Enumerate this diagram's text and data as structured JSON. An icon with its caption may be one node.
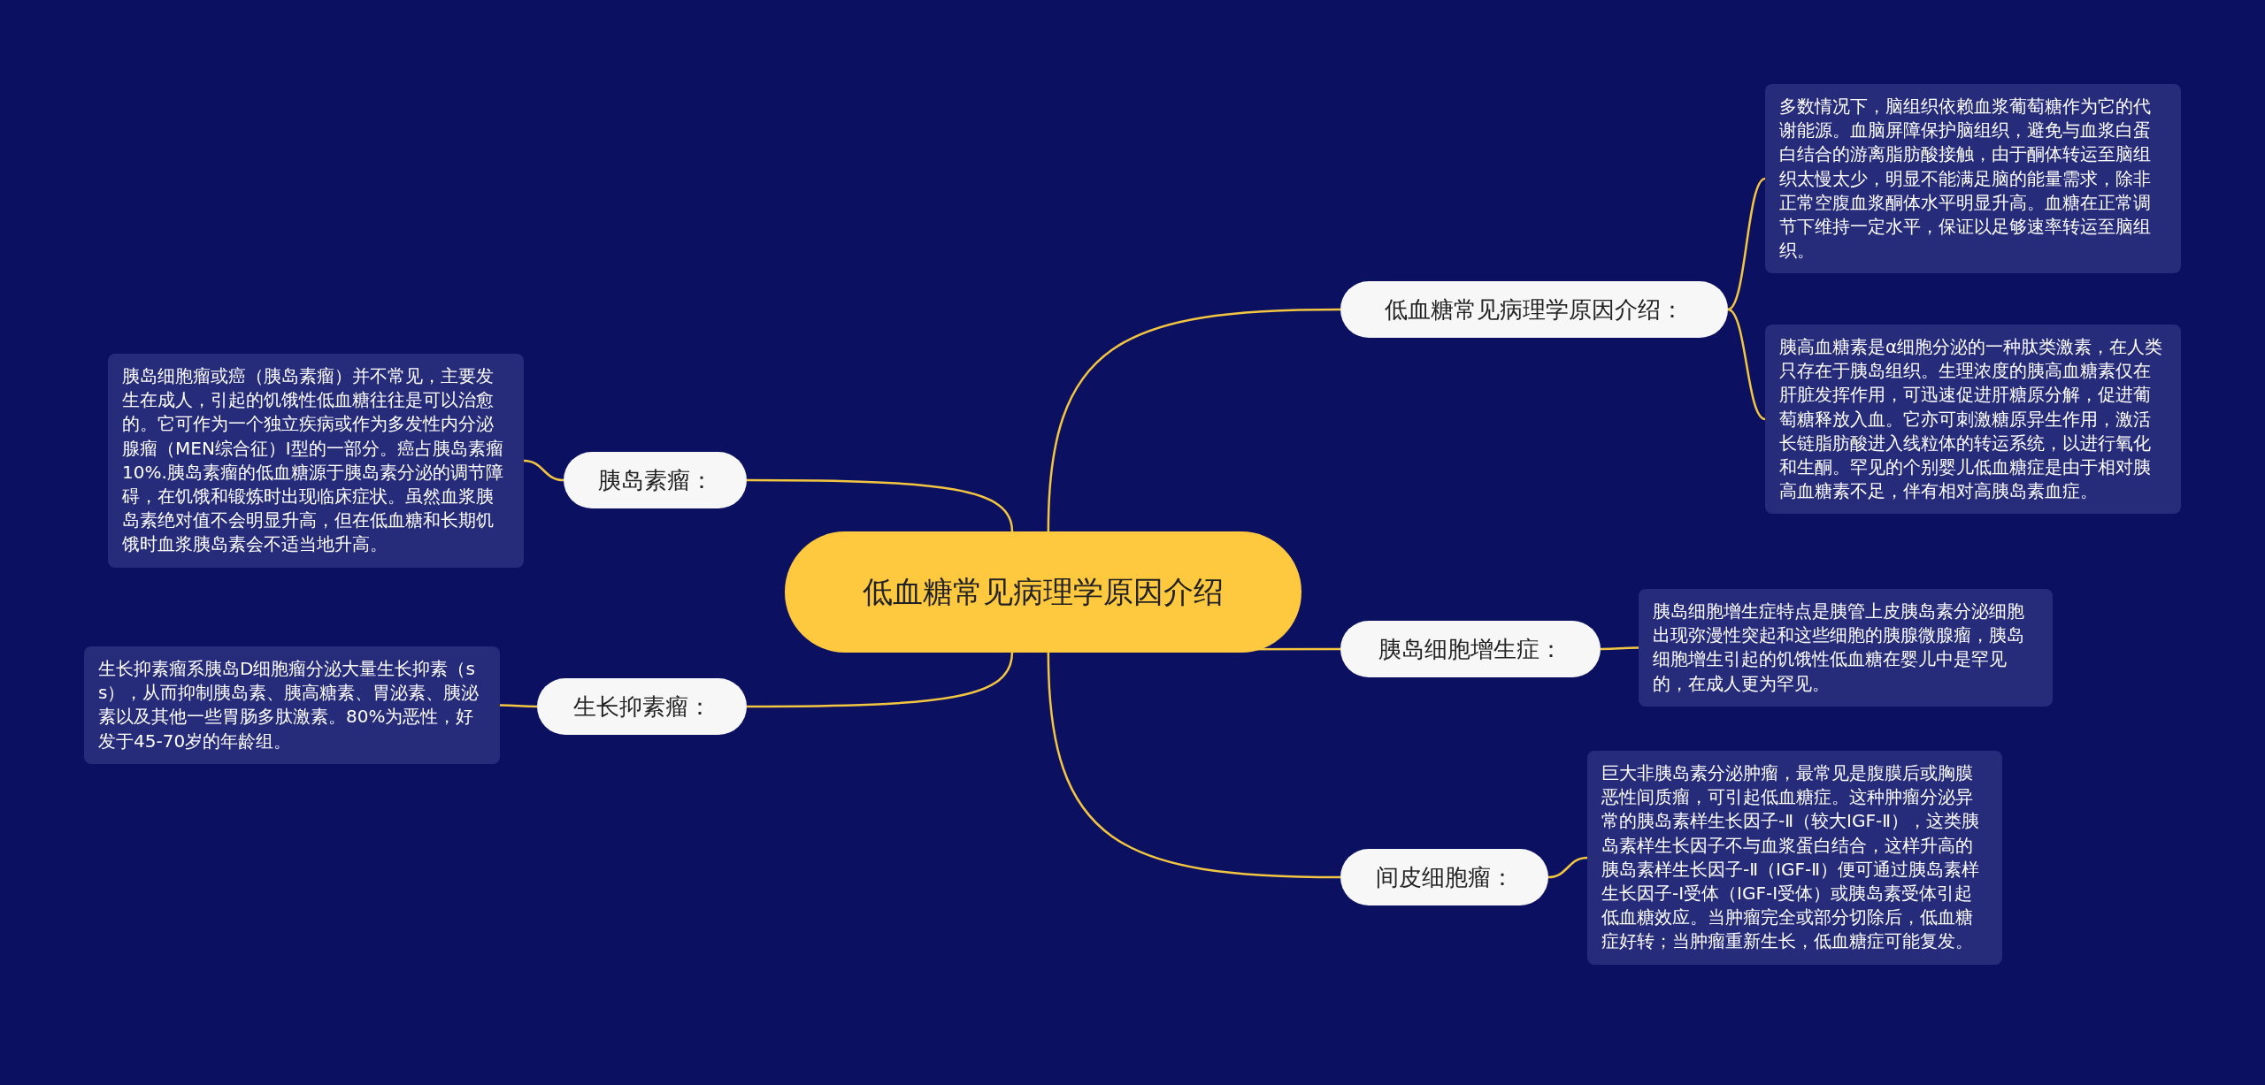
{
  "diagram": {
    "nodes": [
      {
        "text": [
          "低血糖常见病理学原因介绍"
        ]
      },
      {
        "text": [
          "低血糖常见病理学原因介绍："
        ]
      },
      {
        "text": [
          "多数情况下，脑组织依赖血浆葡萄糖作为它的代谢能源。血脑屏障保护脑组织，避免与血浆白蛋白结合的游离脂肪酸接触，由于酮体转运至脑组织太慢太少，明显不能满足脑的能量需求，除非正常空腹血浆酮体水平明显升高。血糖在正常调节下维持一定水平，保证以足够速率转运至脑组织。"
        ]
      },
      {
        "text": [
          "胰高血糖素是α细胞分泌的一种肽类激素，在人类只存在于胰岛组织。生理浓度的胰高血糖素仅在肝脏发挥作用，可迅速促进肝糖原分解，促进葡萄糖释放入血。它亦可刺激糖原异生作用，激活长链脂肪酸进入线粒体的转运系统，以进行氧化和生酮。罕见的个别婴儿低血糖症是由于相对胰高血糖素不足，伴有相对高胰岛素血症。"
        ]
      },
      {
        "text": [
          "胰岛素瘤："
        ]
      },
      {
        "text": [
          "胰岛细胞瘤或癌（胰岛素瘤）并不常见，主要发生在成人，引起的饥饿性低血糖往往是可以治愈的。它可作为一个独立疾病或作为多发性内分泌腺瘤（MEN综合征）Ⅰ型的一部分。癌占胰岛素瘤10%.胰岛素瘤的低血糖源于胰岛素分泌的调节障碍，在饥饿和锻炼时出现临床症状。虽然血浆胰岛素绝对值不会明显升高，但在低血糖和长期饥饿时血浆胰岛素会不适当地升高。"
        ]
      },
      {
        "text": [
          "胰岛细胞增生症："
        ]
      },
      {
        "text": [
          "胰岛细胞增生症特点是胰管上皮胰岛素分泌细胞出现弥漫性突起和这些细胞的胰腺微腺瘤，胰岛细胞增生引起的饥饿性低血糖在婴儿中是罕见的，在成人更为罕见。"
        ]
      },
      {
        "text": [
          "生长抑素瘤："
        ]
      },
      {
        "text": [
          "生长抑素瘤系胰岛D细胞瘤分泌大量生长抑素（ss），从而抑制胰岛素、胰高糖素、胃泌素、胰泌素以及其他一些胃肠多肽激素。80%为恶性，好发于45-70岁的年龄组。"
        ]
      },
      {
        "text": [
          "间皮细胞瘤："
        ]
      },
      {
        "text": [
          "巨大非胰岛素分泌肿瘤，最常见是腹膜后或胸膜恶性间质瘤，可引起低血糖症。这种肿瘤分泌异常的胰岛素样生长因子-Ⅱ（较大IGF-Ⅱ），这类胰岛素样生长因子不与血浆蛋白结合，这样升高的胰岛素样生长因子-Ⅱ（IGF-Ⅱ）便可通过胰岛素样生长因子-Ⅰ受体（IGF-Ⅰ受体）或胰岛素受体引起低血糖效应。当肿瘤完全或部分切除后，低血糖症好转；当肿瘤重新生长，低血糖症可能复发。"
        ]
      }
    ],
    "edges": [
      {
        "from": 0,
        "to": 1,
        "arrow": "none"
      },
      {
        "from": 1,
        "to": 2,
        "arrow": "none"
      },
      {
        "from": 1,
        "to": 3,
        "arrow": "none"
      },
      {
        "from": 0,
        "to": 4,
        "arrow": "none"
      },
      {
        "from": 4,
        "to": 5,
        "arrow": "none"
      },
      {
        "from": 0,
        "to": 6,
        "arrow": "none"
      },
      {
        "from": 6,
        "to": 7,
        "arrow": "none"
      },
      {
        "from": 0,
        "to": 8,
        "arrow": "none"
      },
      {
        "from": 8,
        "to": 9,
        "arrow": "none"
      },
      {
        "from": 0,
        "to": 10,
        "arrow": "none"
      },
      {
        "from": 10,
        "to": 11,
        "arrow": "none"
      }
    ]
  }
}
